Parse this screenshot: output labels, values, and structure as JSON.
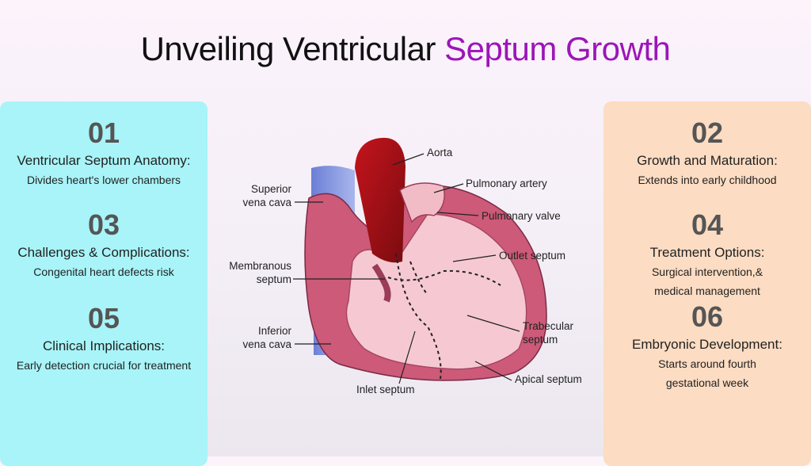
{
  "title": {
    "part1": "Unveiling Ventricular ",
    "part2": "Septum Growth"
  },
  "accent_color": "#9b16b8",
  "panels": {
    "left_color": "#a8f4f8",
    "right_color": "#fcdcc2"
  },
  "items": [
    {
      "number": "01",
      "heading": "Ventricular Septum Anatomy:",
      "description": [
        "Divides heart's lower chambers"
      ]
    },
    {
      "number": "02",
      "heading": "Growth and Maturation:",
      "description": [
        "Extends into early childhood"
      ]
    },
    {
      "number": "03",
      "heading": "Challenges & Complications:",
      "description": [
        "Congenital heart defects risk"
      ]
    },
    {
      "number": "04",
      "heading": "Treatment Options:",
      "description": [
        "Surgical intervention,&",
        "medical management"
      ]
    },
    {
      "number": "05",
      "heading": "Clinical Implications:",
      "description": [
        "Early detection crucial for treatment"
      ]
    },
    {
      "number": "06",
      "heading": "Embryonic Development:",
      "description": [
        "Starts around fourth",
        "gestational week"
      ]
    }
  ],
  "diagram_labels": {
    "aorta": "Aorta",
    "pulmonary_artery": "Pulmonary artery",
    "pulmonary_valve": "Pulmonary valve",
    "superior_vena_cava": [
      "Superior",
      "vena cava"
    ],
    "outlet_septum": "Outlet septum",
    "membranous_septum": [
      "Membranous",
      "septum"
    ],
    "trabecular_septum": [
      "Trabecular",
      "septum"
    ],
    "inferior_vena_cava": [
      "Inferior",
      "vena cava"
    ],
    "apical_septum": "Apical septum",
    "inlet_septum": "Inlet septum"
  }
}
